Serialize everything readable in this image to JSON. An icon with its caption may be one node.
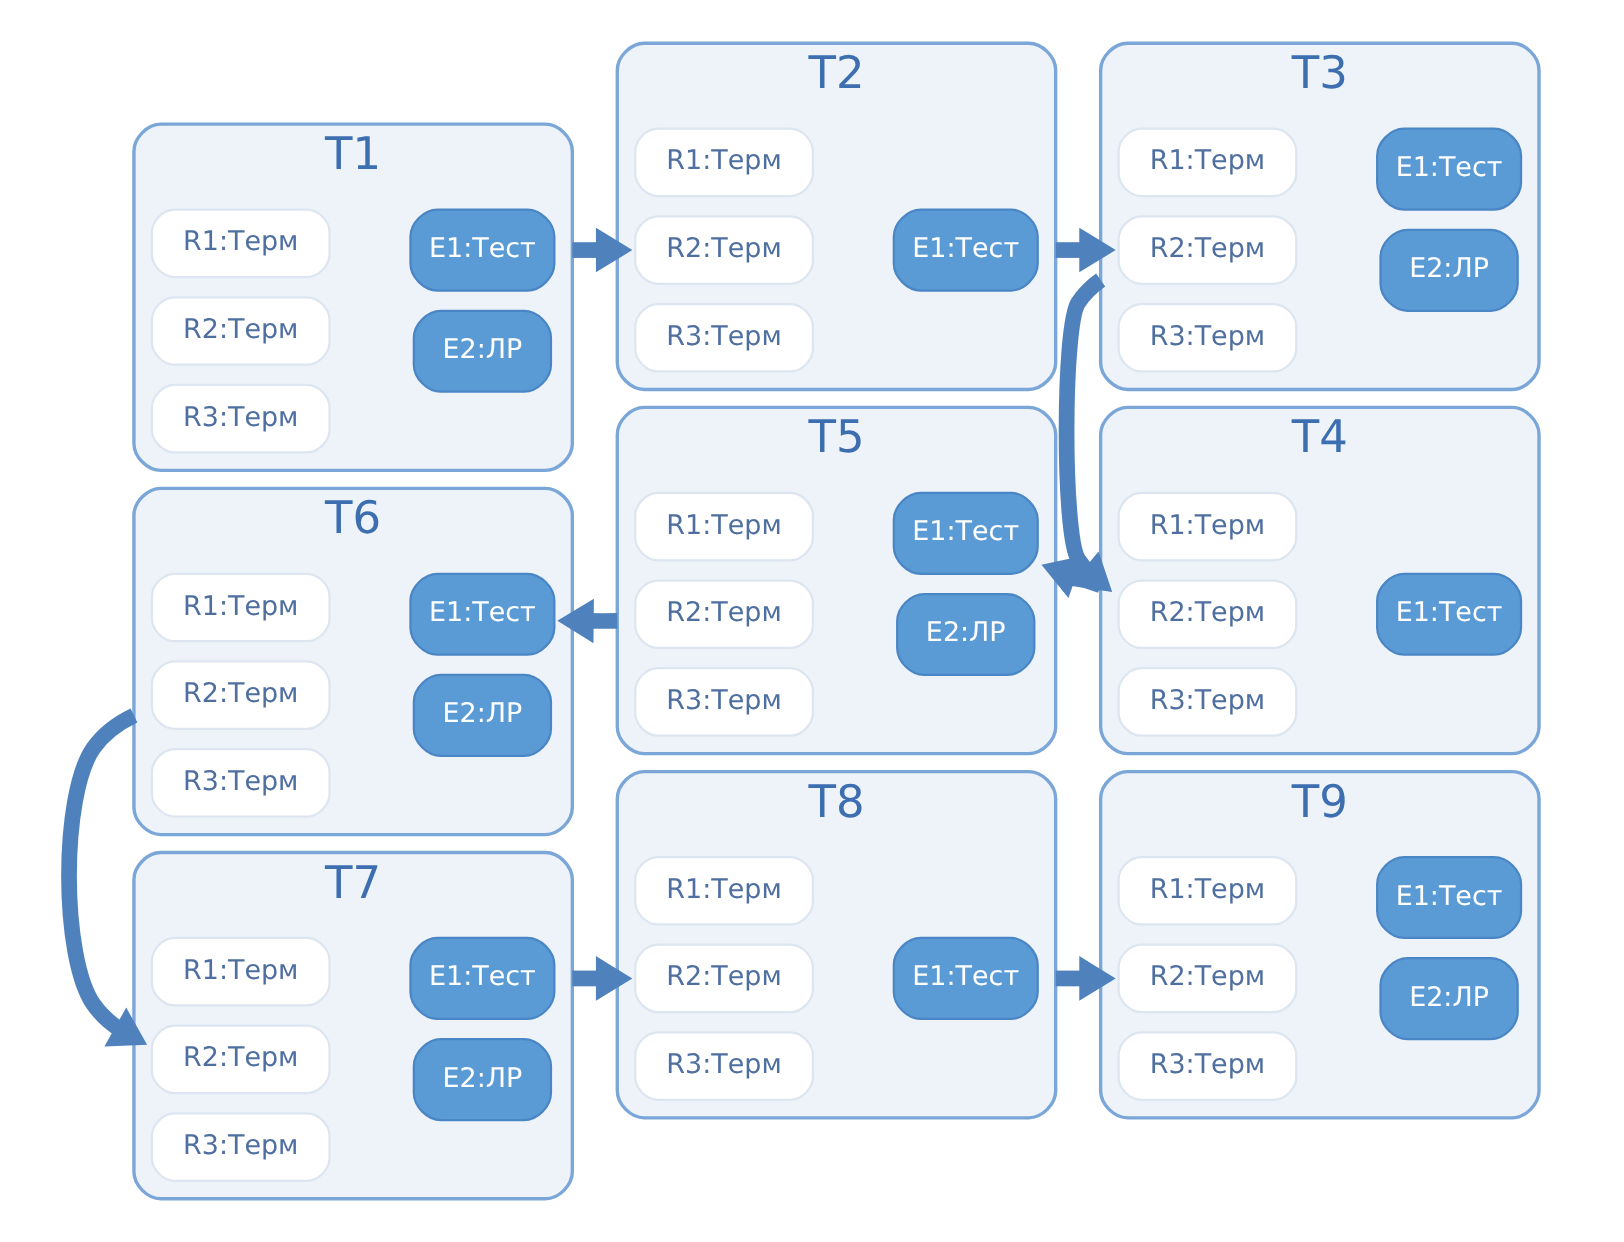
{
  "diagram": {
    "nodes": [
      {
        "text": [
          "T1"
        ]
      },
      {
        "text": [
          "R1:Терм"
        ],
        "in": 0
      },
      {
        "text": [
          "R2:Терм"
        ],
        "in": 0
      },
      {
        "text": [
          "R3:Терм"
        ],
        "in": 0
      },
      {
        "text": [
          "E1:Тест"
        ],
        "in": 0
      },
      {
        "text": [
          "E2:ЛР"
        ],
        "in": 0
      },
      {
        "text": [
          "T2"
        ]
      },
      {
        "text": [
          "R1:Терм"
        ],
        "in": 6
      },
      {
        "text": [
          "R2:Терм"
        ],
        "in": 6
      },
      {
        "text": [
          "R3:Терм"
        ],
        "in": 6
      },
      {
        "text": [
          "E1:Тест"
        ],
        "in": 6
      },
      {
        "text": [
          "T3"
        ]
      },
      {
        "text": [
          "R1:Терм"
        ],
        "in": 11
      },
      {
        "text": [
          "R2:Терм"
        ],
        "in": 11
      },
      {
        "text": [
          "R3:Терм"
        ],
        "in": 11
      },
      {
        "text": [
          "E1:Тест"
        ],
        "in": 11
      },
      {
        "text": [
          "E2:ЛР"
        ],
        "in": 11
      },
      {
        "text": [
          "T4"
        ]
      },
      {
        "text": [
          "R1:Терм"
        ],
        "in": 17
      },
      {
        "text": [
          "R2:Терм"
        ],
        "in": 17
      },
      {
        "text": [
          "R3:Терм"
        ],
        "in": 17
      },
      {
        "text": [
          "E1:Тест"
        ],
        "in": 17
      },
      {
        "text": [
          "T5"
        ]
      },
      {
        "text": [
          "R1:Терм"
        ],
        "in": 22
      },
      {
        "text": [
          "R2:Терм"
        ],
        "in": 22
      },
      {
        "text": [
          "R3:Терм"
        ],
        "in": 22
      },
      {
        "text": [
          "E1:Тест"
        ],
        "in": 22
      },
      {
        "text": [
          "E2:ЛР"
        ],
        "in": 22
      },
      {
        "text": [
          "T6"
        ]
      },
      {
        "text": [
          "R1:Терм"
        ],
        "in": 28
      },
      {
        "text": [
          "R2:Терм"
        ],
        "in": 28
      },
      {
        "text": [
          "R3:Терм"
        ],
        "in": 28
      },
      {
        "text": [
          "E1:Тест"
        ],
        "in": 28
      },
      {
        "text": [
          "E2:ЛР"
        ],
        "in": 28
      },
      {
        "text": [
          "T7"
        ]
      },
      {
        "text": [
          "R1:Терм"
        ],
        "in": 34
      },
      {
        "text": [
          "R2:Терм"
        ],
        "in": 34
      },
      {
        "text": [
          "R3:Терм"
        ],
        "in": 34
      },
      {
        "text": [
          "E1:Тест"
        ],
        "in": 34
      },
      {
        "text": [
          "E2:ЛР"
        ],
        "in": 34
      },
      {
        "text": [
          "T8"
        ]
      },
      {
        "text": [
          "R1:Терм"
        ],
        "in": 40
      },
      {
        "text": [
          "R2:Терм"
        ],
        "in": 40
      },
      {
        "text": [
          "R3:Терм"
        ],
        "in": 40
      },
      {
        "text": [
          "E1:Тест"
        ],
        "in": 40
      },
      {
        "text": [
          "T9"
        ]
      },
      {
        "text": [
          "R1:Терм"
        ],
        "in": 45
      },
      {
        "text": [
          "R2:Терм"
        ],
        "in": 45
      },
      {
        "text": [
          "R3:Терм"
        ],
        "in": 45
      },
      {
        "text": [
          "E1:Тест"
        ],
        "in": 45
      },
      {
        "text": [
          "E2:ЛР"
        ],
        "in": 45
      }
    ],
    "edges": [
      {
        "from": 0,
        "to": 6,
        "arrow": "to"
      },
      {
        "from": 6,
        "to": 11,
        "arrow": "to"
      },
      {
        "from": 11,
        "to": 17,
        "arrow": "to"
      },
      {
        "from": 17,
        "to": 22,
        "arrow": "to"
      },
      {
        "from": 22,
        "to": 28,
        "arrow": "to"
      },
      {
        "from": 28,
        "to": 34,
        "arrow": "to"
      },
      {
        "from": 34,
        "to": 40,
        "arrow": "to"
      },
      {
        "from": 40,
        "to": 45,
        "arrow": "to"
      }
    ]
  }
}
